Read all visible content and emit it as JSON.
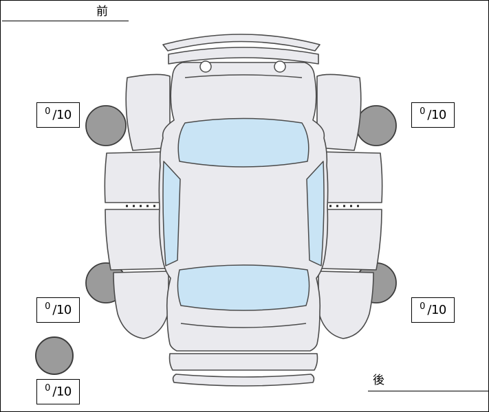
{
  "labels": {
    "front": "前",
    "rear": "後"
  },
  "scores": {
    "front_left": {
      "value": "0",
      "max": "/10"
    },
    "front_right": {
      "value": "0",
      "max": "/10"
    },
    "rear_left": {
      "value": "0",
      "max": "/10"
    },
    "rear_right": {
      "value": "0",
      "max": "/10"
    },
    "spare": {
      "value": "0",
      "max": "/10"
    }
  },
  "colors": {
    "body": "#eaeaee",
    "glass": "#c9e4f5",
    "wheel": "#9b9b9b",
    "outline": "#4b4b4b",
    "ink": "#000000"
  }
}
